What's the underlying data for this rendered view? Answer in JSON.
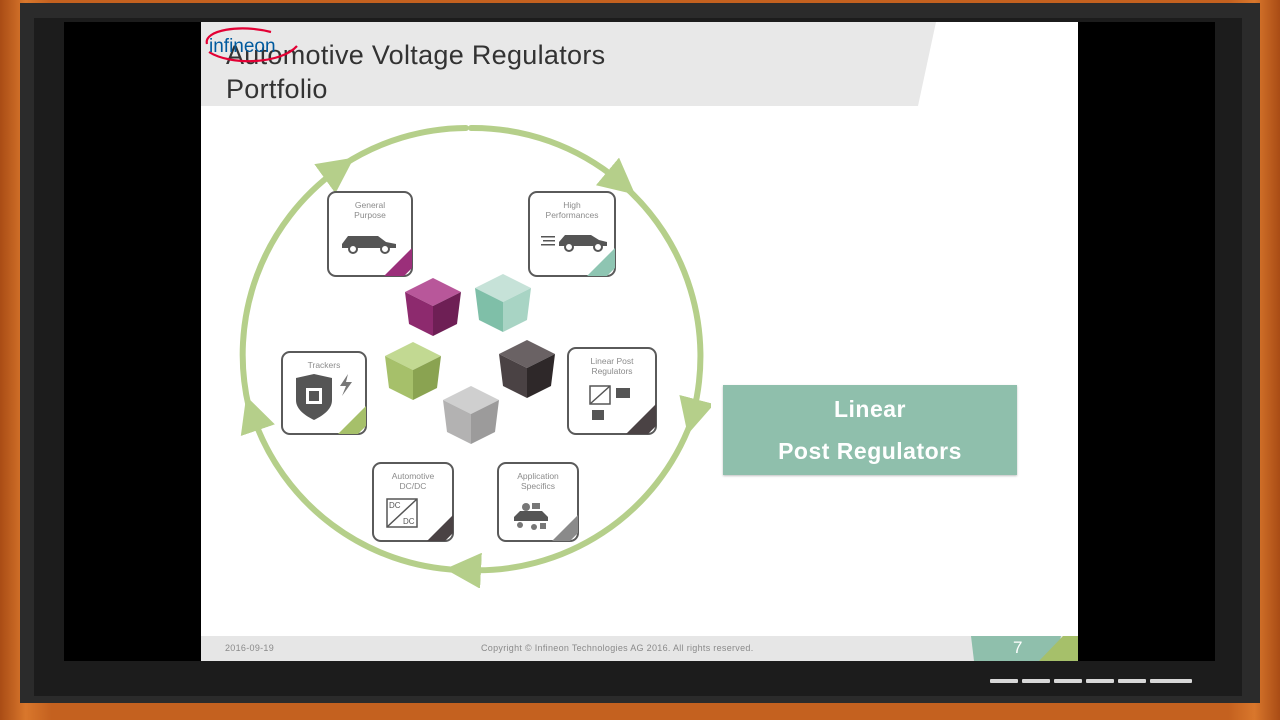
{
  "slide": {
    "title_line1": "Automotive Voltage Regulators",
    "title_line2": "Portfolio",
    "logo_text": "infineon",
    "callout_line1": "Linear",
    "callout_line2": "Post Regulators",
    "footer_date": "2016-09-19",
    "footer_copyright": "Copyright © Infineon Technologies AG 2016. All rights reserved.",
    "page_number": "7"
  },
  "portfolio_cards": [
    {
      "name": "general-purpose",
      "line1": "General",
      "line2": "Purpose",
      "corner_color": "#9b2f7a",
      "icon": "car-icon"
    },
    {
      "name": "high-performances",
      "line1": "High",
      "line2": "Performances",
      "corner_color": "#8ec5b2",
      "icon": "fast-car-icon"
    },
    {
      "name": "linear-post-regulators",
      "line1": "Linear Post",
      "line2": "Regulators",
      "corner_color": "#4a4244",
      "icon": "regulator-chip-icon"
    },
    {
      "name": "application-specifics",
      "line1": "Application",
      "line2": "Specifics",
      "corner_color": "#8a8a8a",
      "icon": "car-parts-icon"
    },
    {
      "name": "automotive-dcdc",
      "line1": "Automotive",
      "line2": "DC/DC",
      "corner_color": "#4a4244",
      "icon": "dc-dc-icon",
      "icon_text_top": "DC",
      "icon_text_bottom": "DC"
    },
    {
      "name": "trackers",
      "line1": "Trackers",
      "line2": "",
      "corner_color": "#a6c06a",
      "icon": "shield-chip-icon"
    }
  ],
  "colors": {
    "cycle_arrow": "#b5cf8a",
    "callout_bg": "#8fbfac",
    "cube_magenta": "#9b2f7a",
    "cube_teal": "#8ec5b2",
    "cube_dark": "#4a4244",
    "cube_grey": "#b3b2b2",
    "cube_green": "#a6c06a",
    "logo_red": "#e30034",
    "logo_blue": "#005a9e"
  }
}
